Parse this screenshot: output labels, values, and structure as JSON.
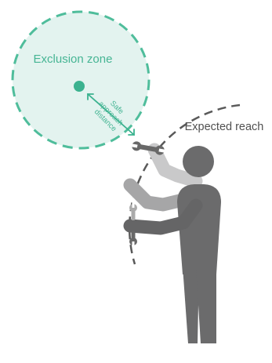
{
  "labels": {
    "exclusion_zone": "Exclusion zone",
    "expected_reach": "Expected reach",
    "safe_approach_distance": [
      "Safe",
      "approach",
      "distance"
    ]
  },
  "icons": {
    "hazard": "hazard-point-dot",
    "tools": [
      "wrench-icon",
      "wrench-icon",
      "wrench-icon"
    ]
  },
  "colors": {
    "zone_fill": "#e3f3ef",
    "zone_stroke": "#4fbd9b",
    "zone_text": "#46b594",
    "hazard_dot": "#3bb28f",
    "reach_stroke": "#595959",
    "reach_text": "#505050",
    "person_body": "#6b6b6c",
    "arm_dark": "#656566",
    "arm_mid": "#a6a6a7",
    "arm_light": "#c9c9ca",
    "wrench": "#686868"
  }
}
